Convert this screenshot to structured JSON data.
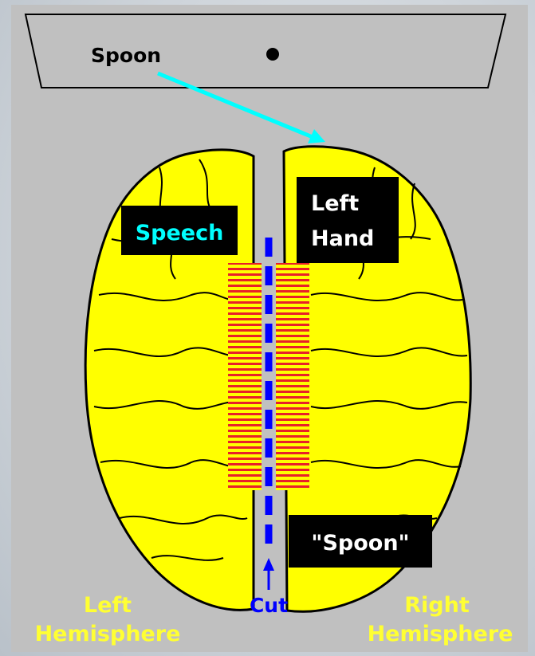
{
  "screen": {
    "word": "Spoon"
  },
  "labels": {
    "speech": "Speech",
    "left_hand_1": "Left",
    "left_hand_2": "Hand",
    "spoken": "\"Spoon\"",
    "cut": "Cut",
    "left_hemisphere_1": "Left",
    "left_hemisphere_2": "Hemisphere",
    "right_hemisphere_1": "Right",
    "right_hemisphere_2": "Hemisphere"
  },
  "colors": {
    "brain_fill": "#ffff00",
    "brain_outline": "#000000",
    "label_box": "#000000",
    "cyan_text": "#00ffff",
    "white_text": "#ffffff",
    "yellow_text": "#ffff33",
    "cut_line": "#0000ff",
    "corpus_callosum": "#ff0000",
    "pointer_arrow": "#00ffff",
    "panel": "#c0c0c0"
  }
}
